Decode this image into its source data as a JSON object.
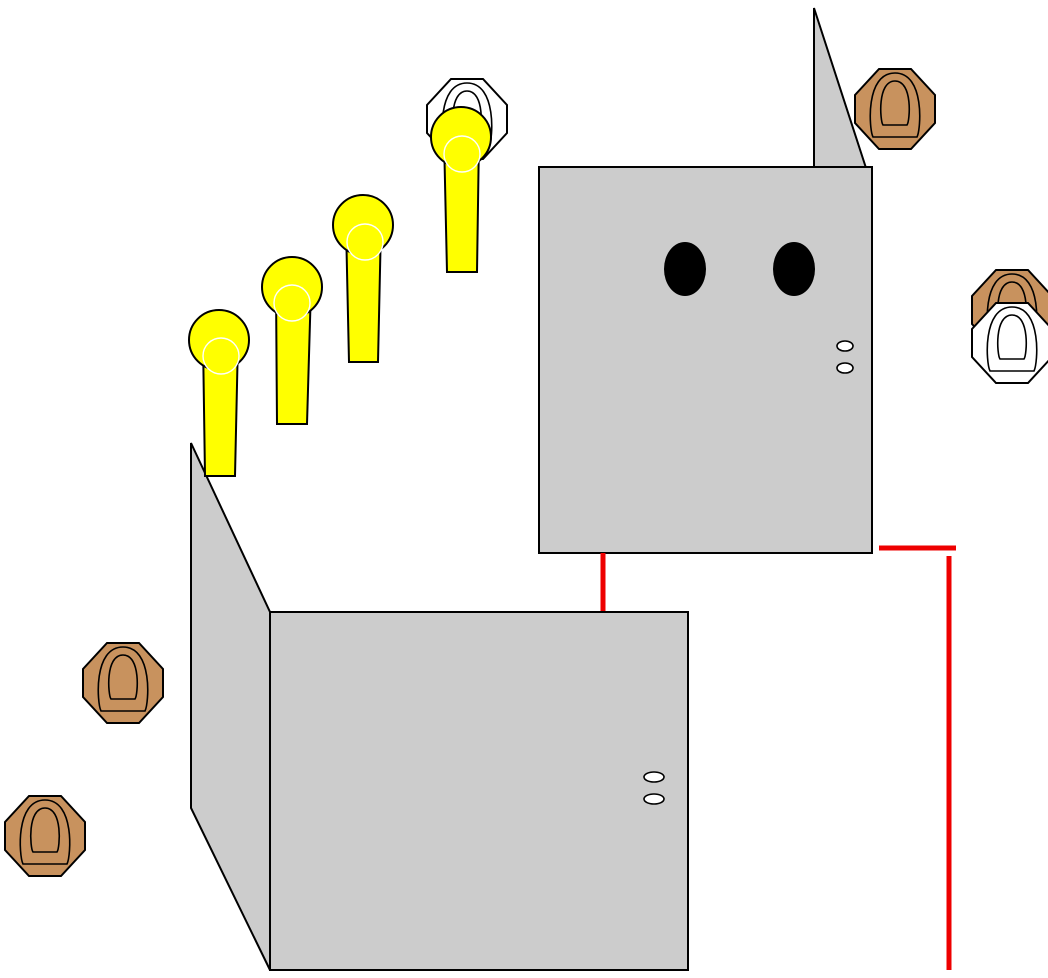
{
  "colors": {
    "background": "#ffffff",
    "box_fill": "#cccccc",
    "outline": "#000000",
    "wall_line": "#ee0000",
    "target_brown": "#c8925e",
    "target_white": "#ffffff",
    "stick_yellow": "#ffff00",
    "port_black": "#000000"
  },
  "icons": {
    "box": "rectangular-enclosure-icon",
    "door": "open-door-panel-icon",
    "target": "octagon-target-icon",
    "stick": "yellow-pin-icon",
    "wall": "red-wall-line"
  },
  "scene": {
    "enclosures": [
      "upper-right-enclosure",
      "lower-left-enclosure"
    ],
    "targets": {
      "brown": 4,
      "white": 1,
      "stacked_pair": 1
    },
    "sticks": 4
  }
}
